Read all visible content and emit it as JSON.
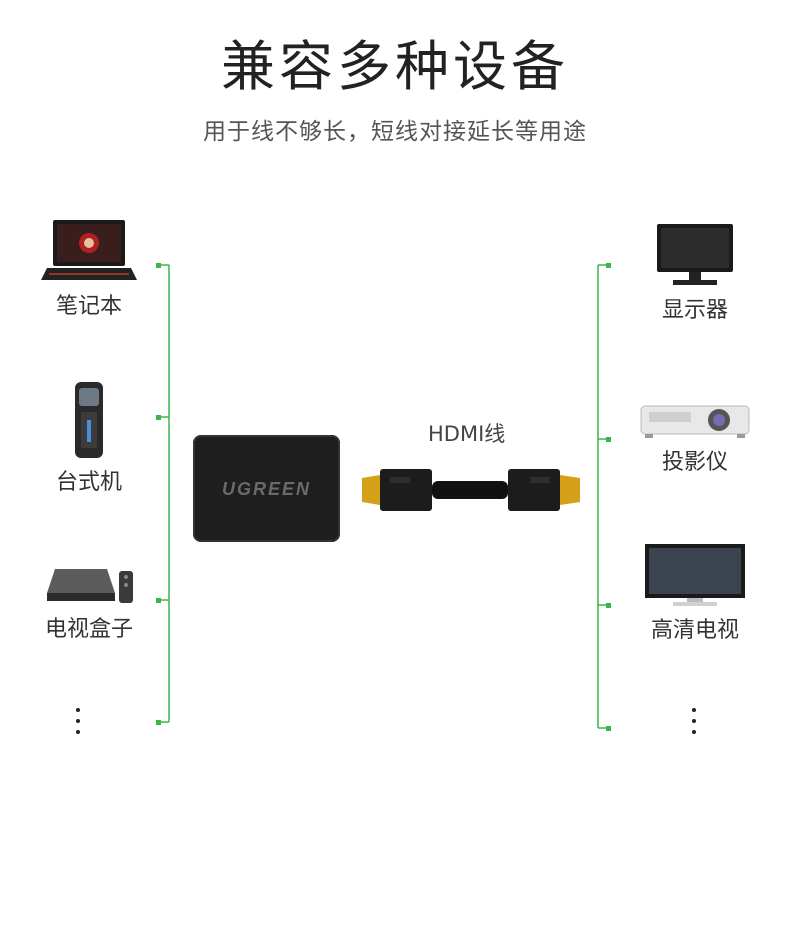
{
  "header": {
    "title": "兼容多种设备",
    "subtitle": "用于线不够长，短线对接延长等用途"
  },
  "left_devices": [
    {
      "label": "笔记本",
      "icon": "laptop-icon"
    },
    {
      "label": "台式机",
      "icon": "desktop-tower-icon"
    },
    {
      "label": "电视盒子",
      "icon": "tv-box-icon"
    }
  ],
  "right_devices": [
    {
      "label": "显示器",
      "icon": "monitor-icon"
    },
    {
      "label": "投影仪",
      "icon": "projector-icon"
    },
    {
      "label": "高清电视",
      "icon": "hdtv-icon"
    }
  ],
  "adapter": {
    "brand": "UGREEN"
  },
  "cable": {
    "label": "HDMI线"
  },
  "colors": {
    "accent": "#3cb54a",
    "product": "#1e1e1e",
    "gold": "#d4a017"
  }
}
